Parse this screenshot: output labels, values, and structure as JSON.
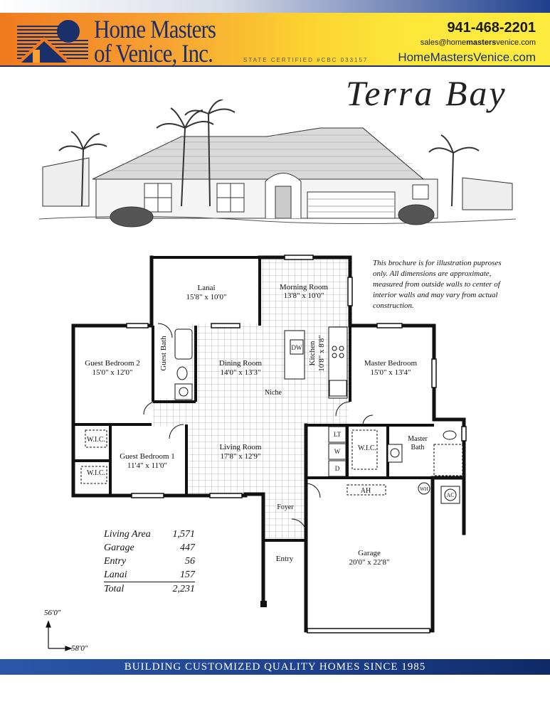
{
  "header": {
    "brand_line1": "Home Masters",
    "brand_line2": "of Venice, Inc.",
    "certification": "STATE CERTIFIED #CBC 033157",
    "phone": "941-468-2201",
    "email_prefix": "sales@home",
    "email_bold": "masters",
    "email_suffix": "venice.com",
    "website": "HomeMastersVenice.com"
  },
  "model_name": "Terra Bay",
  "disclaimer": "This brochure is for illustration puproses only. All dimensions are approximate, measured from outside walls to center of interior walls and may vary from actual construction.",
  "rooms": {
    "lanai": {
      "name": "Lanai",
      "size": "15'8\" x 10'0\""
    },
    "morning_room": {
      "name": "Morning Room",
      "size": "13'8\" x 10'0\""
    },
    "guest_bedroom_2": {
      "name": "Guest Bedroom 2",
      "size": "15'0\" x 12'0\""
    },
    "guest_bath": {
      "name": "Guest Bath"
    },
    "dining_room": {
      "name": "Dining Room",
      "size": "14'0\" x 13'3\""
    },
    "kitchen": {
      "name": "Kitchen",
      "size": "10'8\" x 8'8\""
    },
    "dw": "DW",
    "niche": "Niche",
    "master_bedroom": {
      "name": "Master Bedroom",
      "size": "15'0\" x 13'4\""
    },
    "wic": "W.I.C.",
    "guest_bedroom_1": {
      "name": "Guest Bedroom 1",
      "size": "11'4\" x 11'0\""
    },
    "living_room": {
      "name": "Living Room",
      "size": "17'8\" x 12'9\""
    },
    "laundry": {
      "lt": "LT",
      "w": "W",
      "d": "D"
    },
    "master_bath": {
      "line1": "Master",
      "line2": "Bath"
    },
    "ah": "AH",
    "wh": "WH",
    "ac": "AC",
    "foyer": "Foyer",
    "entry": "Entry",
    "garage": {
      "name": "Garage",
      "size": "20'0\" x 22'8\""
    }
  },
  "area_table": [
    {
      "label": "Living Area",
      "value": "1,571"
    },
    {
      "label": "Garage",
      "value": "447"
    },
    {
      "label": "Entry",
      "value": "56"
    },
    {
      "label": "Lanai",
      "value": "157"
    }
  ],
  "area_total": {
    "label": "Total",
    "value": "2,231"
  },
  "dimensions": {
    "depth": "56'0\"",
    "width": "58'0\""
  },
  "footer": "BUILDING CUSTOMIZED QUALITY HOMES SINCE 1985",
  "colors": {
    "navy": "#1b2f6b",
    "orange": "#f07a1e",
    "yellow": "#fde83a",
    "footer_blue": "#1d3f8a"
  }
}
